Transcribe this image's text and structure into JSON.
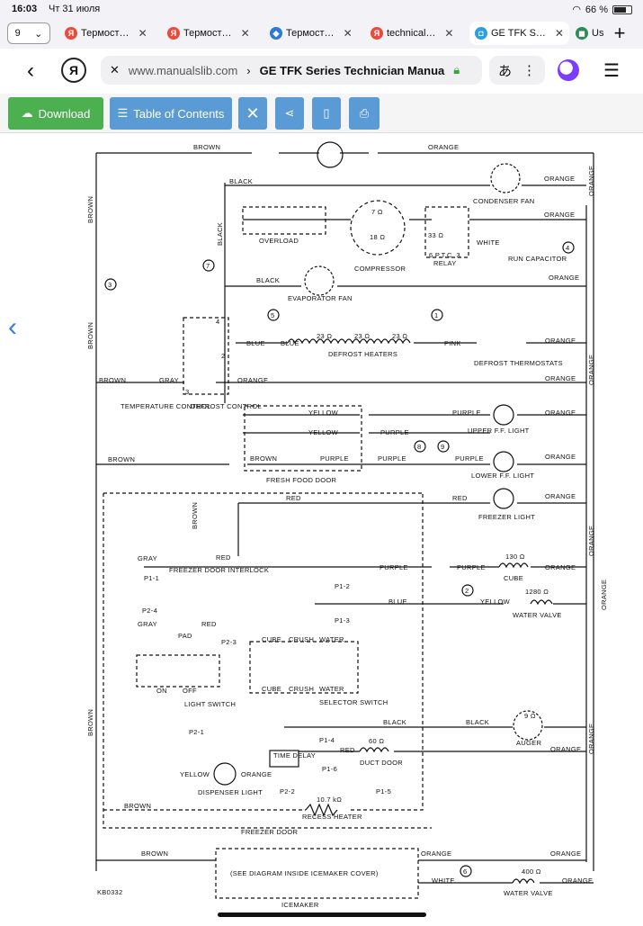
{
  "status": {
    "time": "16:03",
    "date": "Чт 31 июля",
    "battery": "66 %"
  },
  "tabs": {
    "count": "9",
    "items": [
      {
        "label": "Термост…",
        "fav": "Я",
        "color": "#e94b3c"
      },
      {
        "label": "Термост…",
        "fav": "Я",
        "color": "#e94b3c"
      },
      {
        "label": "Термост…",
        "fav": "◆",
        "color": "#2b7bd6"
      },
      {
        "label": "technical…",
        "fav": "Я",
        "color": "#e94b3c"
      },
      {
        "label": "GE TFK S…",
        "fav": "◘",
        "color": "#2b9fe0"
      },
      {
        "label": "Us",
        "fav": "◼",
        "color": "#2e8b57"
      }
    ]
  },
  "toolbar": {
    "host": "www.manualslib.com",
    "separator": "›",
    "title": "GE TFK Series Technician Manua"
  },
  "manualslib": {
    "download": "Download",
    "toc": "Table of Contents"
  },
  "diagram": {
    "code": "KB0332",
    "labels": {
      "brown": "BROWN",
      "orange": "ORANGE",
      "black": "BLACK",
      "white": "WHITE",
      "gray": "GRAY",
      "red": "RED",
      "yellow": "YELLOW",
      "purple": "PURPLE",
      "pink": "PINK",
      "blue": "BLUE",
      "condenser_fan": "CONDENSER FAN",
      "overload": "OVERLOAD",
      "compressor": "COMPRESSOR",
      "relay": "RELAY",
      "run_capacitor": "RUN\nCAPACITOR",
      "ptc": "6 P.T.C. 3",
      "evaporator_fan": "EVAPORATOR FAN",
      "defrost_heaters": "DEFROST HEATERS",
      "defrost_thermostats": "DEFROST\nTHERMOSTATS",
      "temperature_control": "TEMPERATURE\nCONTROL",
      "defrost_control": "DEFROST\nCONTROL",
      "upper_ff_light": "UPPER F.F. LIGHT",
      "lower_ff_light": "LOWER F.F. LIGHT",
      "fresh_food_door": "FRESH FOOD DOOR",
      "freezer_light": "FREEZER LIGHT",
      "freezer_door_interlock": "FREEZER\nDOOR\nINTERLOCK",
      "cube": "CUBE",
      "crush": "CRUSH",
      "water": "WATER",
      "water_valve": "WATER VALVE",
      "pad": "PAD",
      "light_switch": "LIGHT\nSWITCH",
      "on": "ON",
      "off": "OFF",
      "selector_switch": "SELECTOR\nSWITCH",
      "auger": "AUGER",
      "time_delay": "TIME\nDELAY",
      "duct_door": "DUCT DOOR",
      "dispenser_light": "DISPENSER LIGHT",
      "recess_heater": "RECESS HEATER",
      "freezer_door": "FREEZER DOOR",
      "icemaker": "ICEMAKER",
      "see_diagram": "(SEE DIAGRAM INSIDE ICEMAKER COVER)",
      "r7": "7 Ω",
      "r18": "18 Ω",
      "r23": "23 Ω",
      "r130": "130 Ω",
      "r1280": "1280 Ω",
      "r9": "9 Ω",
      "r60": "60 Ω",
      "r10k": "10.7 kΩ",
      "r400": "400 Ω",
      "r33": "33 Ω",
      "p11": "P1-1",
      "p24": "P2-4",
      "p23": "P2-3",
      "p12": "P1-2",
      "p13": "P1-3",
      "p21": "P2-1",
      "p14": "P1-4",
      "p16": "P1-6",
      "p15": "P1-5",
      "p22": "P2-2",
      "n1": "1",
      "n2": "2",
      "n3": "3",
      "n4": "4",
      "n5": "5",
      "n6": "6",
      "n7": "7",
      "n8": "8",
      "n9": "9"
    }
  }
}
